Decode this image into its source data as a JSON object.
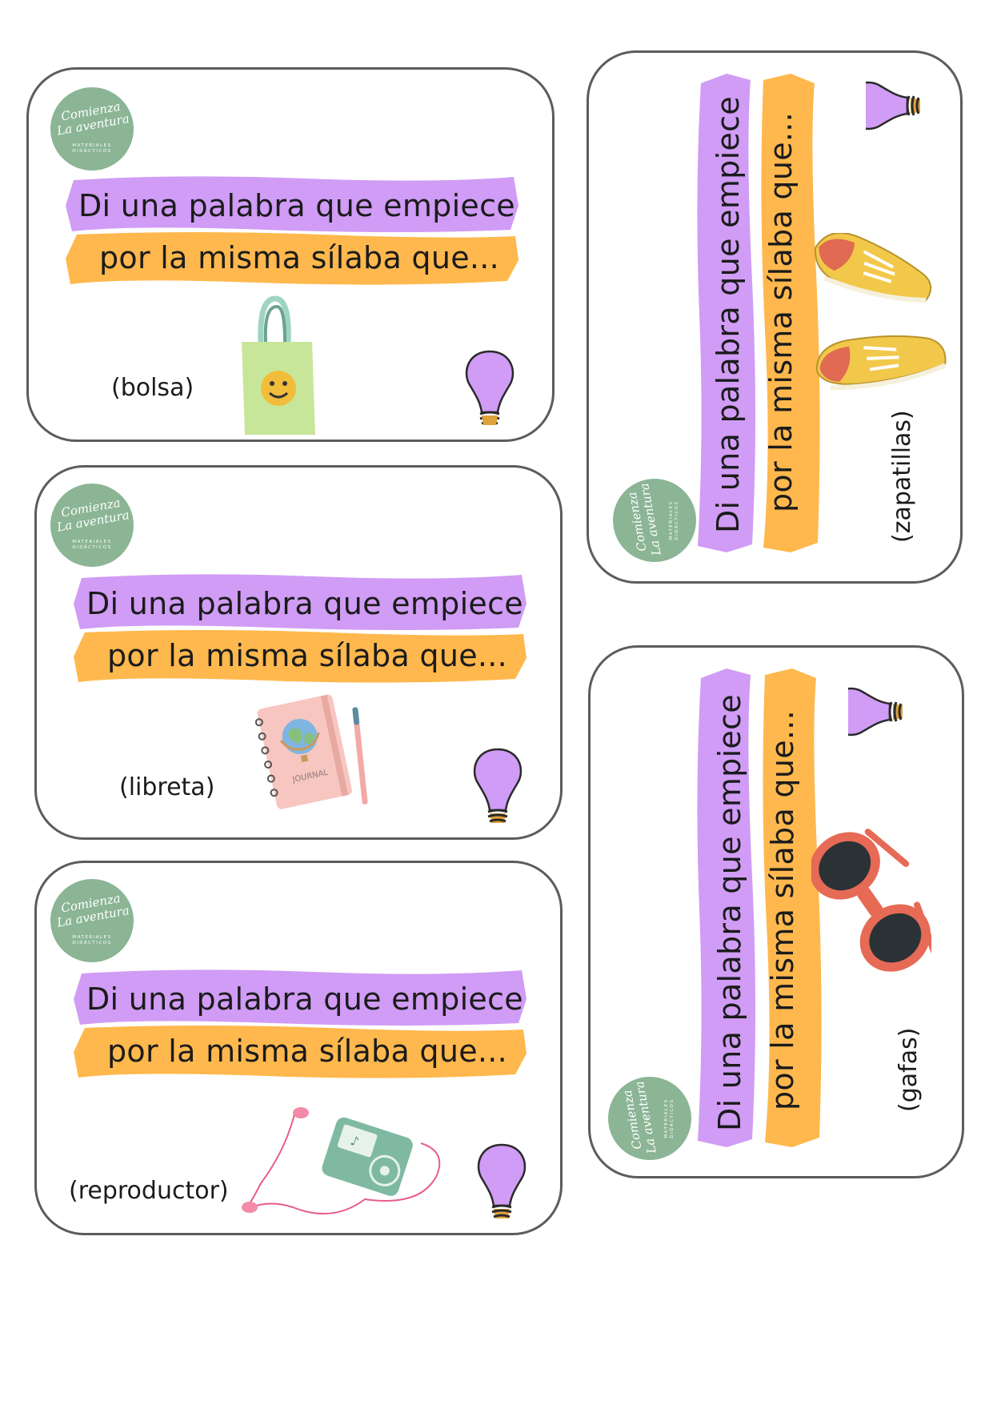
{
  "logo": {
    "line1": "Comienza",
    "line2": "La aventura",
    "tag1": "MATERIALES",
    "tag2": "DIDÁCTICOS"
  },
  "prompt": {
    "line1": "Di una palabra que empiece",
    "line2": "por la misma sílaba que..."
  },
  "colors": {
    "purple": "#d09cf5",
    "orange": "#ffb84d",
    "green": "#8bb595",
    "border": "#5c5c5c"
  },
  "cards": [
    {
      "word": "(bolsa)",
      "image": "tote-bag-icon"
    },
    {
      "word": "(libreta)",
      "image": "notebook-icon"
    },
    {
      "word": "(reproductor)",
      "image": "music-player-icon"
    },
    {
      "word": "(zapatillas)",
      "image": "sneakers-icon"
    },
    {
      "word": "(gafas)",
      "image": "sunglasses-icon"
    }
  ]
}
